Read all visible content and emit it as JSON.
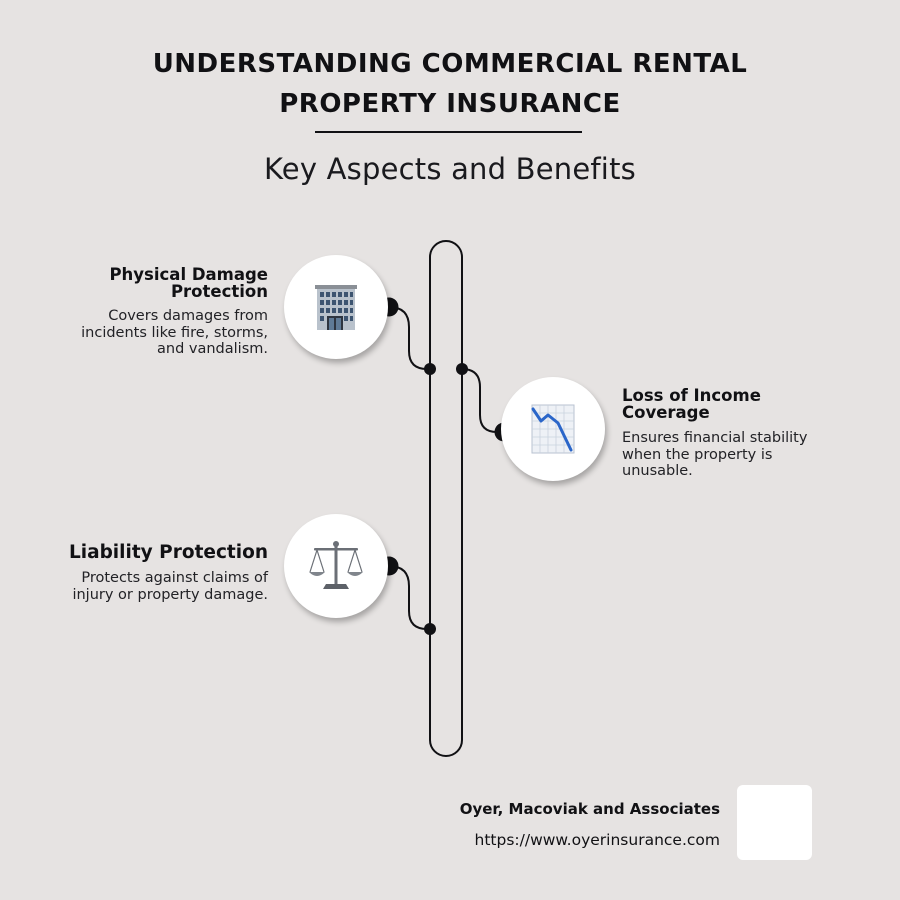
{
  "header": {
    "title_line1": "UNDERSTANDING COMMERCIAL RENTAL",
    "title_line2": "PROPERTY INSURANCE",
    "subtitle": "Key Aspects and Benefits"
  },
  "items": [
    {
      "title_line1": "Physical Damage",
      "title_line2": "Protection",
      "desc_line1": "Covers damages from",
      "desc_line2": "incidents like fire, storms,",
      "desc_line3": "and vandalism.",
      "icon": "office-building-icon"
    },
    {
      "title_line1": "Loss of Income",
      "title_line2": "Coverage",
      "desc_line1": "Ensures financial stability",
      "desc_line2": "when the property is",
      "desc_line3": "unusable.",
      "icon": "chart-decreasing-icon"
    },
    {
      "title_line1": "Liability Protection",
      "desc_line1": "Protects against claims of",
      "desc_line2": "injury or property damage.",
      "icon": "balance-scale-icon"
    }
  ],
  "footer": {
    "company": "Oyer, Macoviak and Associates",
    "url": "https://www.oyerinsurance.com"
  },
  "colors": {
    "background": "#e6e3e2",
    "ink": "#111114",
    "card": "#ffffff"
  }
}
